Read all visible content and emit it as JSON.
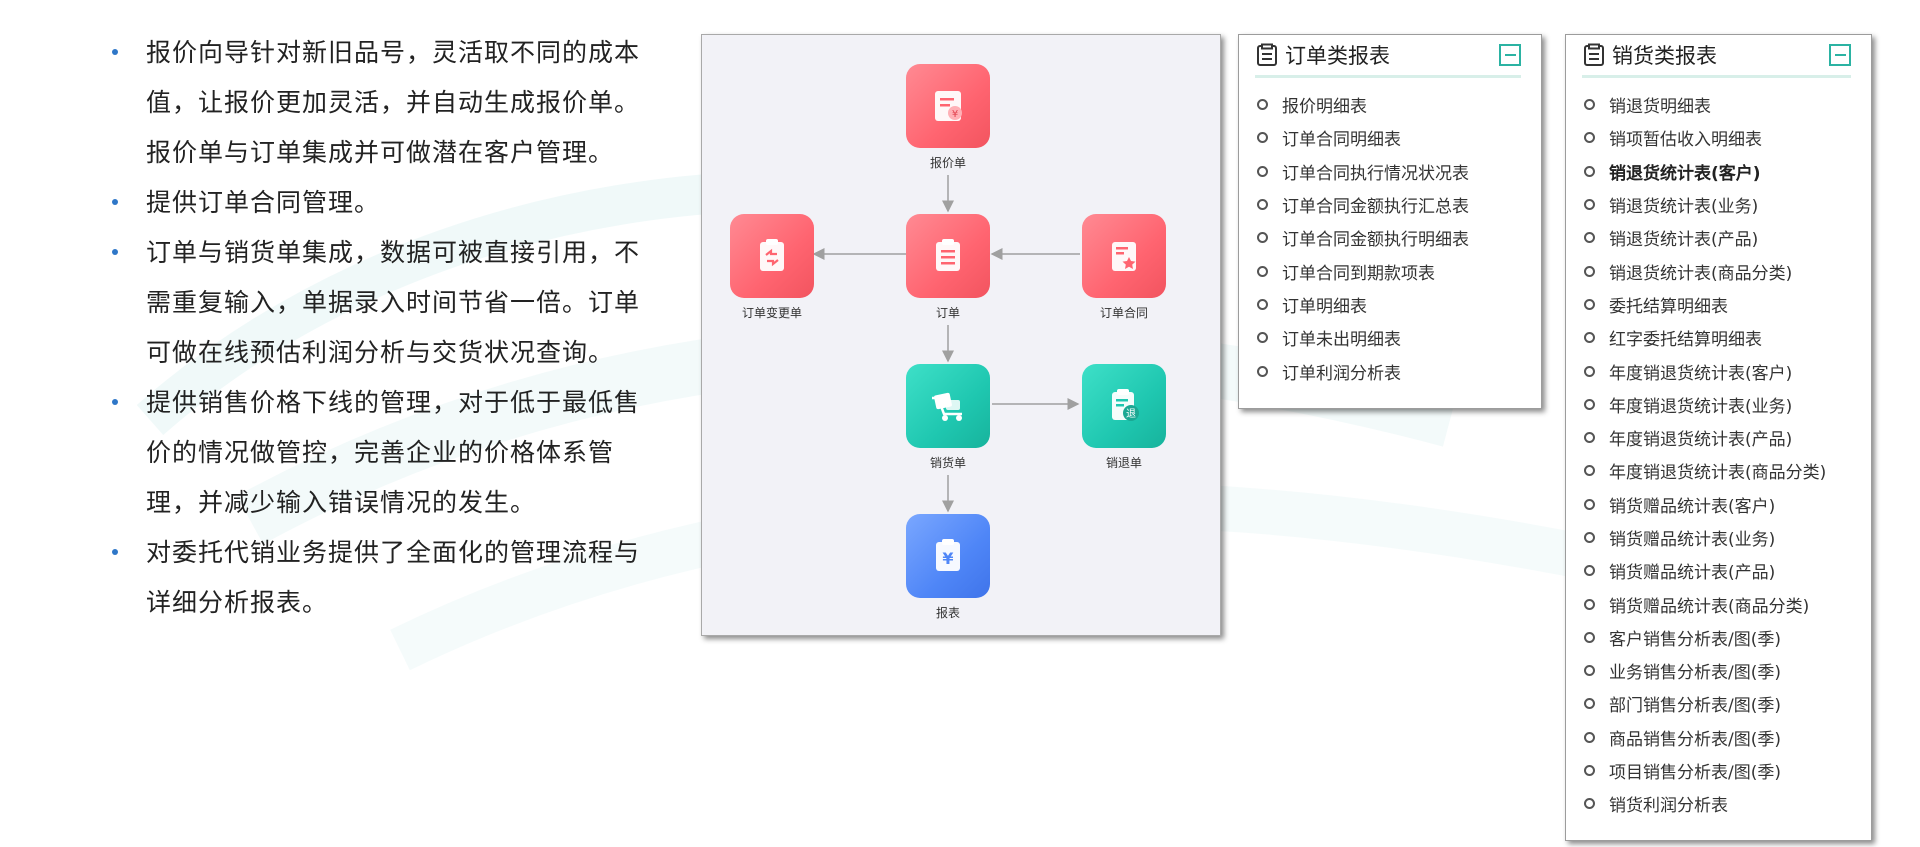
{
  "bullets": [
    "报价向导针对新旧品号，灵活取不同的成本值，让报价更加灵活，并自动生成报价单。报价单与订单集成并可做潜在客户管理。",
    "提供订单合同管理。",
    "订单与销货单集成，数据可被直接引用，不需重复输入，单据录入时间节省一倍。订单可做在线预估利润分析与交货状况查询。",
    "提供销售价格下线的管理，对于低于最低售价的情况做管控，完善企业的价格体系管理，并减少输入错误情况的发生。",
    "对委托代销业务提供了全面化的管理流程与详细分析报表。"
  ],
  "flow": {
    "quote": "报价单",
    "order": "订单",
    "order_change": "订单变更单",
    "order_contract": "订单合同",
    "sales_delivery": "销货单",
    "sales_return": "销退单",
    "report": "报表"
  },
  "order_reports": {
    "title": "订单类报表",
    "items": [
      "报价明细表",
      "订单合同明细表",
      "订单合同执行情况状况表",
      "订单合同金额执行汇总表",
      "订单合同金额执行明细表",
      "订单合同到期款项表",
      "订单明细表",
      "订单未出明细表",
      "订单利润分析表"
    ]
  },
  "sales_reports": {
    "title": "销货类报表",
    "items": [
      "销退货明细表",
      "销项暂估收入明细表",
      "销退货统计表(客户)",
      "销退货统计表(业务)",
      "销退货统计表(产品)",
      "销退货统计表(商品分类)",
      "委托结算明细表",
      "红字委托结算明细表",
      "年度销退货统计表(客户)",
      "年度销退货统计表(业务)",
      "年度销退货统计表(产品)",
      "年度销退货统计表(商品分类)",
      "销货赠品统计表(客户)",
      "销货赠品统计表(业务)",
      "销货赠品统计表(产品)",
      "销货赠品统计表(商品分类)",
      "客户销售分析表/图(季)",
      "业务销售分析表/图(季)",
      "部门销售分析表/图(季)",
      "商品销售分析表/图(季)",
      "项目销售分析表/图(季)",
      "销货利润分析表"
    ]
  },
  "colors": {
    "accent_teal": "#2bb3a3",
    "tile_red": "#ff6470",
    "tile_teal": "#1fc7b0",
    "tile_blue": "#4f86f7",
    "bullet_blue": "#2f77c8"
  }
}
